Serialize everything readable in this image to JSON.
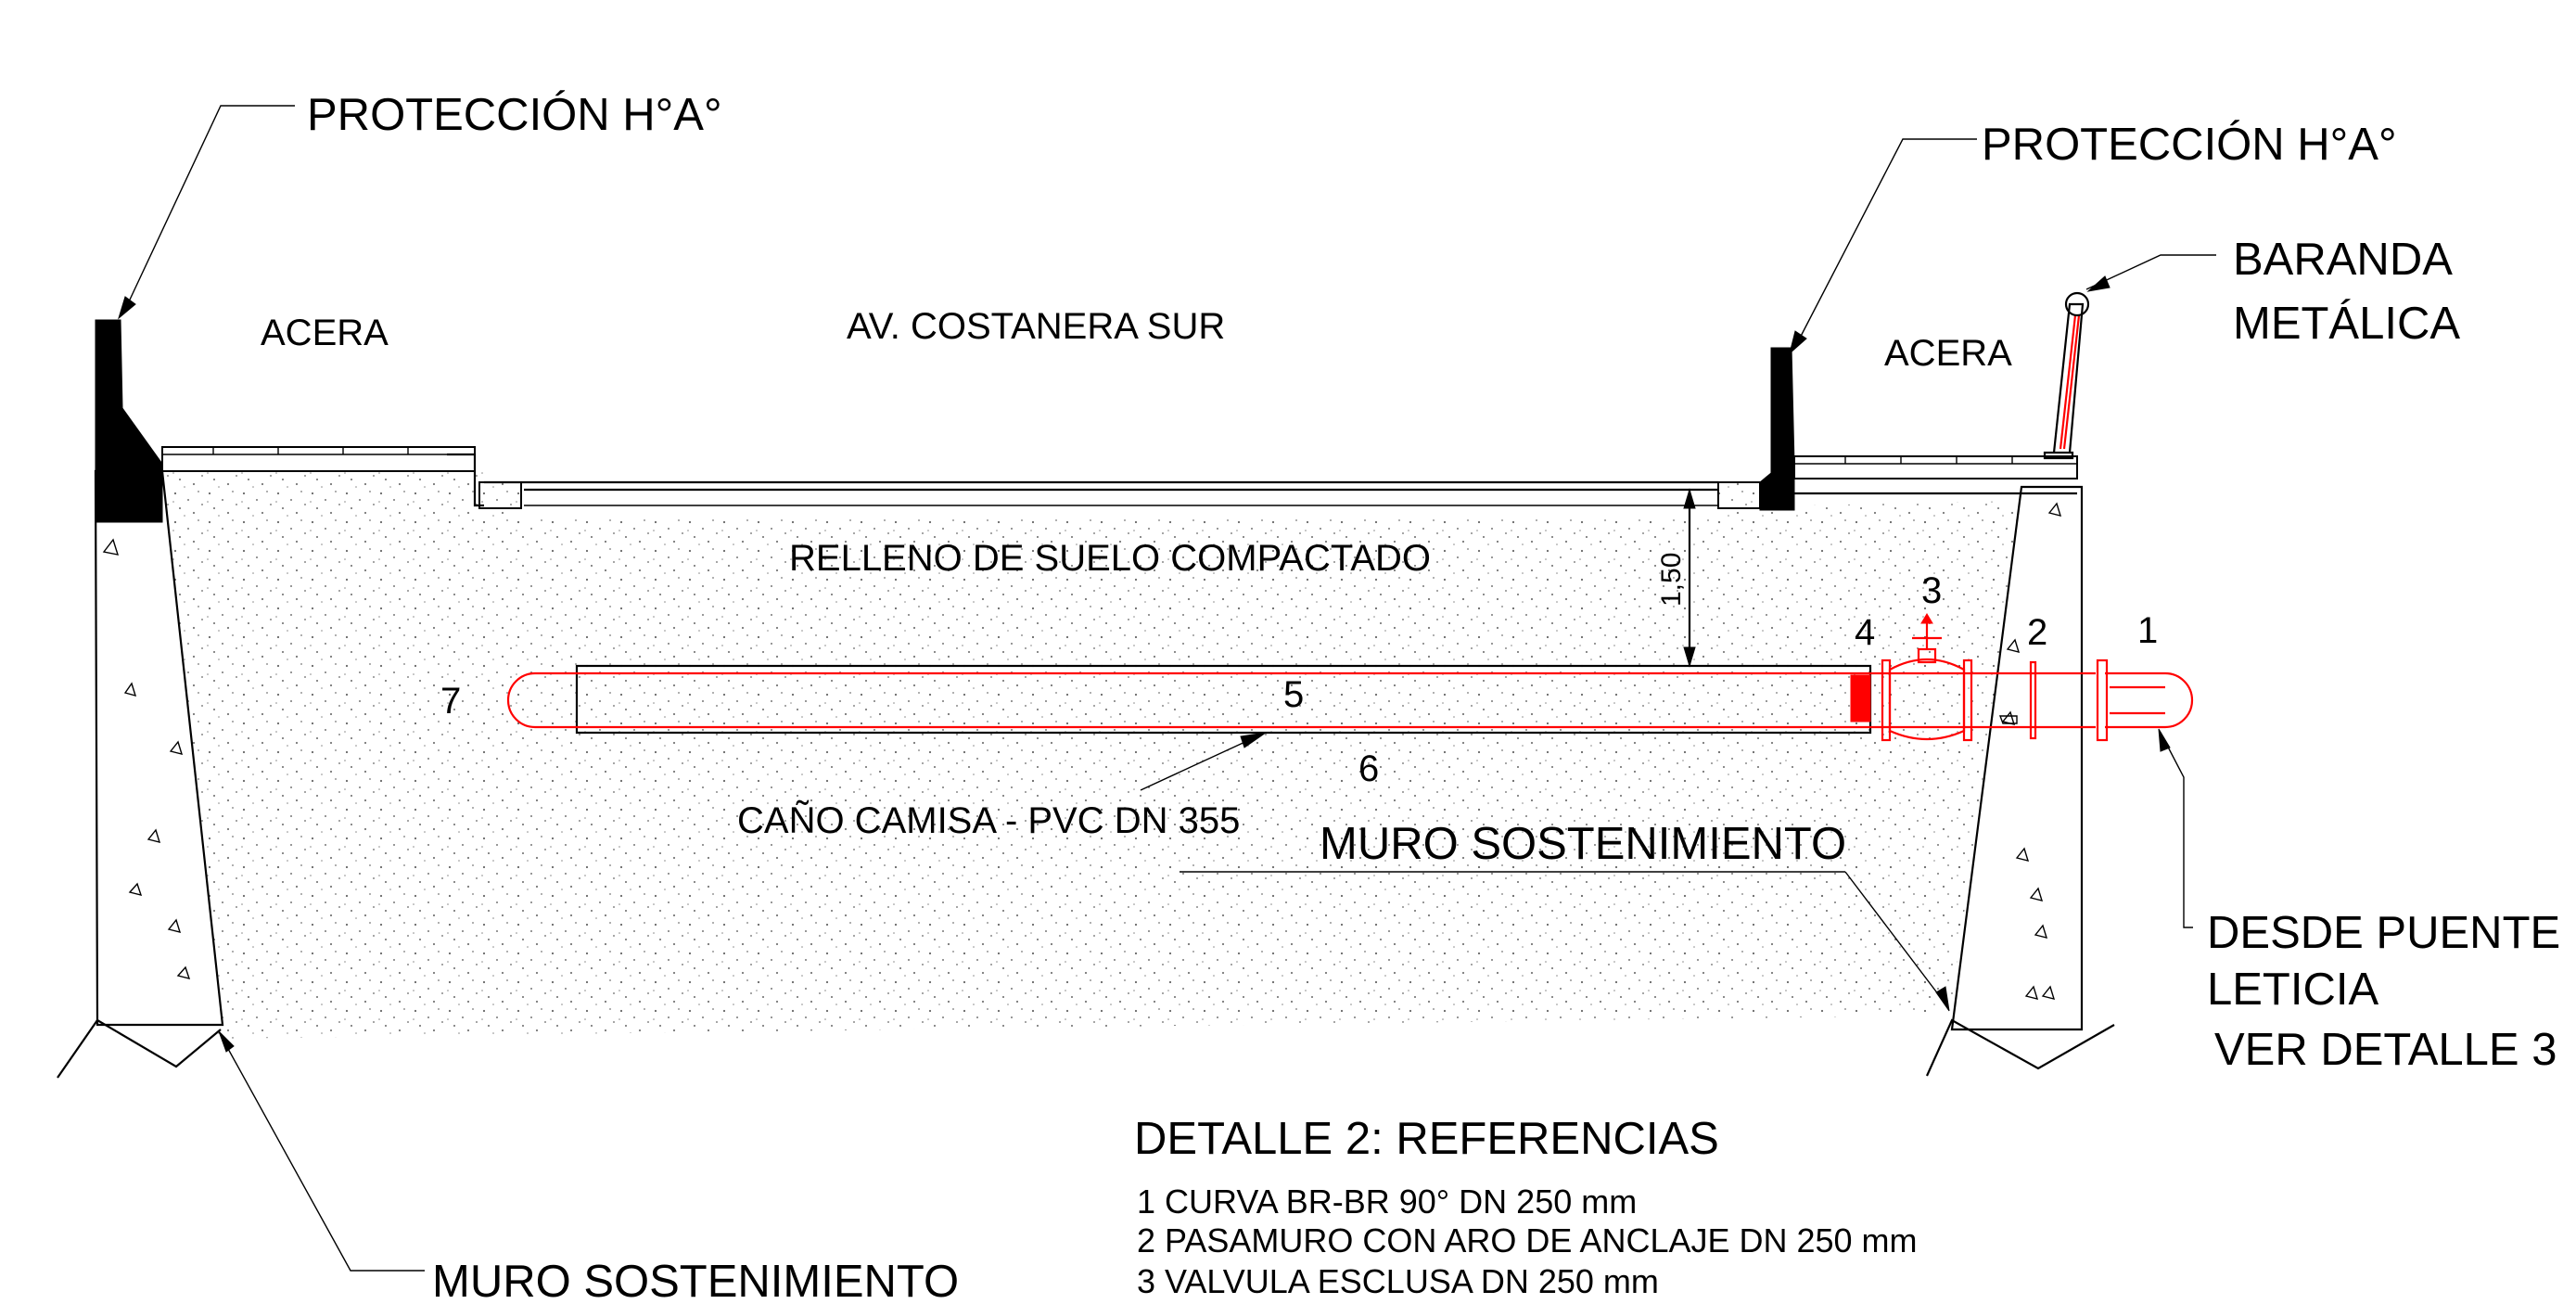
{
  "labels": {
    "proteccion_left": "PROTECCIÓN H°A°",
    "proteccion_right": "PROTECCIÓN H°A°",
    "acera_left": "ACERA",
    "acera_right": "ACERA",
    "avenue": "AV. COSTANERA SUR",
    "baranda_line1": "BARANDA",
    "baranda_line2": "METÁLICA",
    "relleno": "RELLENO DE SUELO COMPACTADO",
    "depth": "1,50",
    "cano_camisa": "CAÑO CAMISA - PVC DN 355",
    "muro_middle": "MURO SOSTENIMIENTO",
    "muro_bottom": "MURO SOSTENIMIENTO",
    "desde_line1": "DESDE PUENTE",
    "desde_line2": "LETICIA",
    "desde_line3": "VER DETALLE 3"
  },
  "markers": {
    "m1": "1",
    "m2": "2",
    "m3": "3",
    "m4": "4",
    "m5": "5",
    "m6": "6",
    "m7": "7"
  },
  "references": {
    "title": "DETALLE 2: REFERENCIAS",
    "items": [
      "1 CURVA BR-BR 90° DN 250 mm",
      "2 PASAMURO CON ARO DE ANCLAJE DN 250 mm",
      "3 VALVULA ESCLUSA DN 250 mm"
    ]
  },
  "colors": {
    "line": "#000000",
    "pipe": "#ff0000",
    "background": "#ffffff"
  }
}
